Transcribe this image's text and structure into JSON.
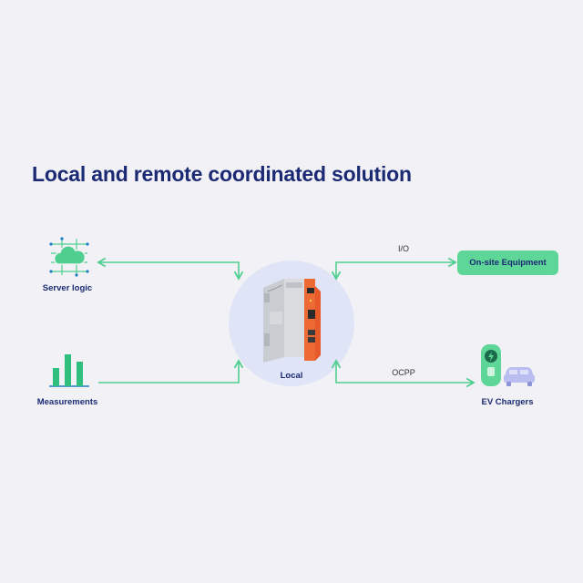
{
  "title": "Local and remote coordinated solution",
  "nodes": {
    "server_logic": {
      "label": "Server logic",
      "icon": "cloud-network-icon"
    },
    "measurements": {
      "label": "Measurements",
      "icon": "bar-chart-icon"
    },
    "local": {
      "label": "Local",
      "icon": "din-rail-controller-icon"
    },
    "onsite_equipment": {
      "label": "On-site Equipment"
    },
    "ev_chargers": {
      "label": "EV Chargers",
      "icon": "ev-charger-car-icon"
    }
  },
  "edges": {
    "io": {
      "label": "I/O"
    },
    "ocpp": {
      "label": "OCPP"
    }
  },
  "colors": {
    "background": "#f2f2f6",
    "title": "#1b2a73",
    "connector": "#4fcf8f",
    "accent_green": "#5ed698",
    "local_circle": "#dfe4f7",
    "device_orange": "#e85a2b"
  }
}
